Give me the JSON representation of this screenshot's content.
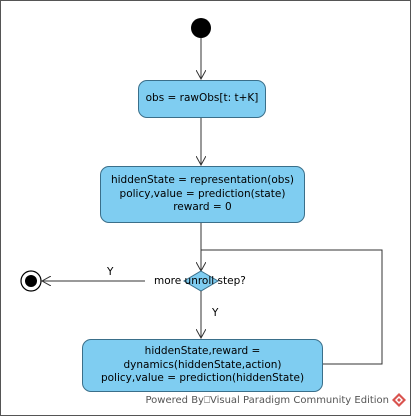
{
  "nodes": {
    "obs": "obs = rawObs[t: t+K]",
    "representation": "hiddenState = representation(obs)\npolicy,value = prediction(state)\nreward = 0",
    "dynamics": "hiddenState,reward =\ndynamics(hiddenState,action)\npolicy,value = prediction(hiddenState)"
  },
  "decision": {
    "label": "more unroll step?"
  },
  "guards": {
    "to_final": "Y",
    "to_dynamics": "Y"
  },
  "footer": {
    "text": "Powered By⎕Visual Paradigm Community Edition",
    "logo_icon": "visual-paradigm-logo-icon"
  },
  "colors": {
    "node_fill": "#7fcdf1",
    "node_border": "#3a6f8a",
    "edge": "#333333"
  }
}
